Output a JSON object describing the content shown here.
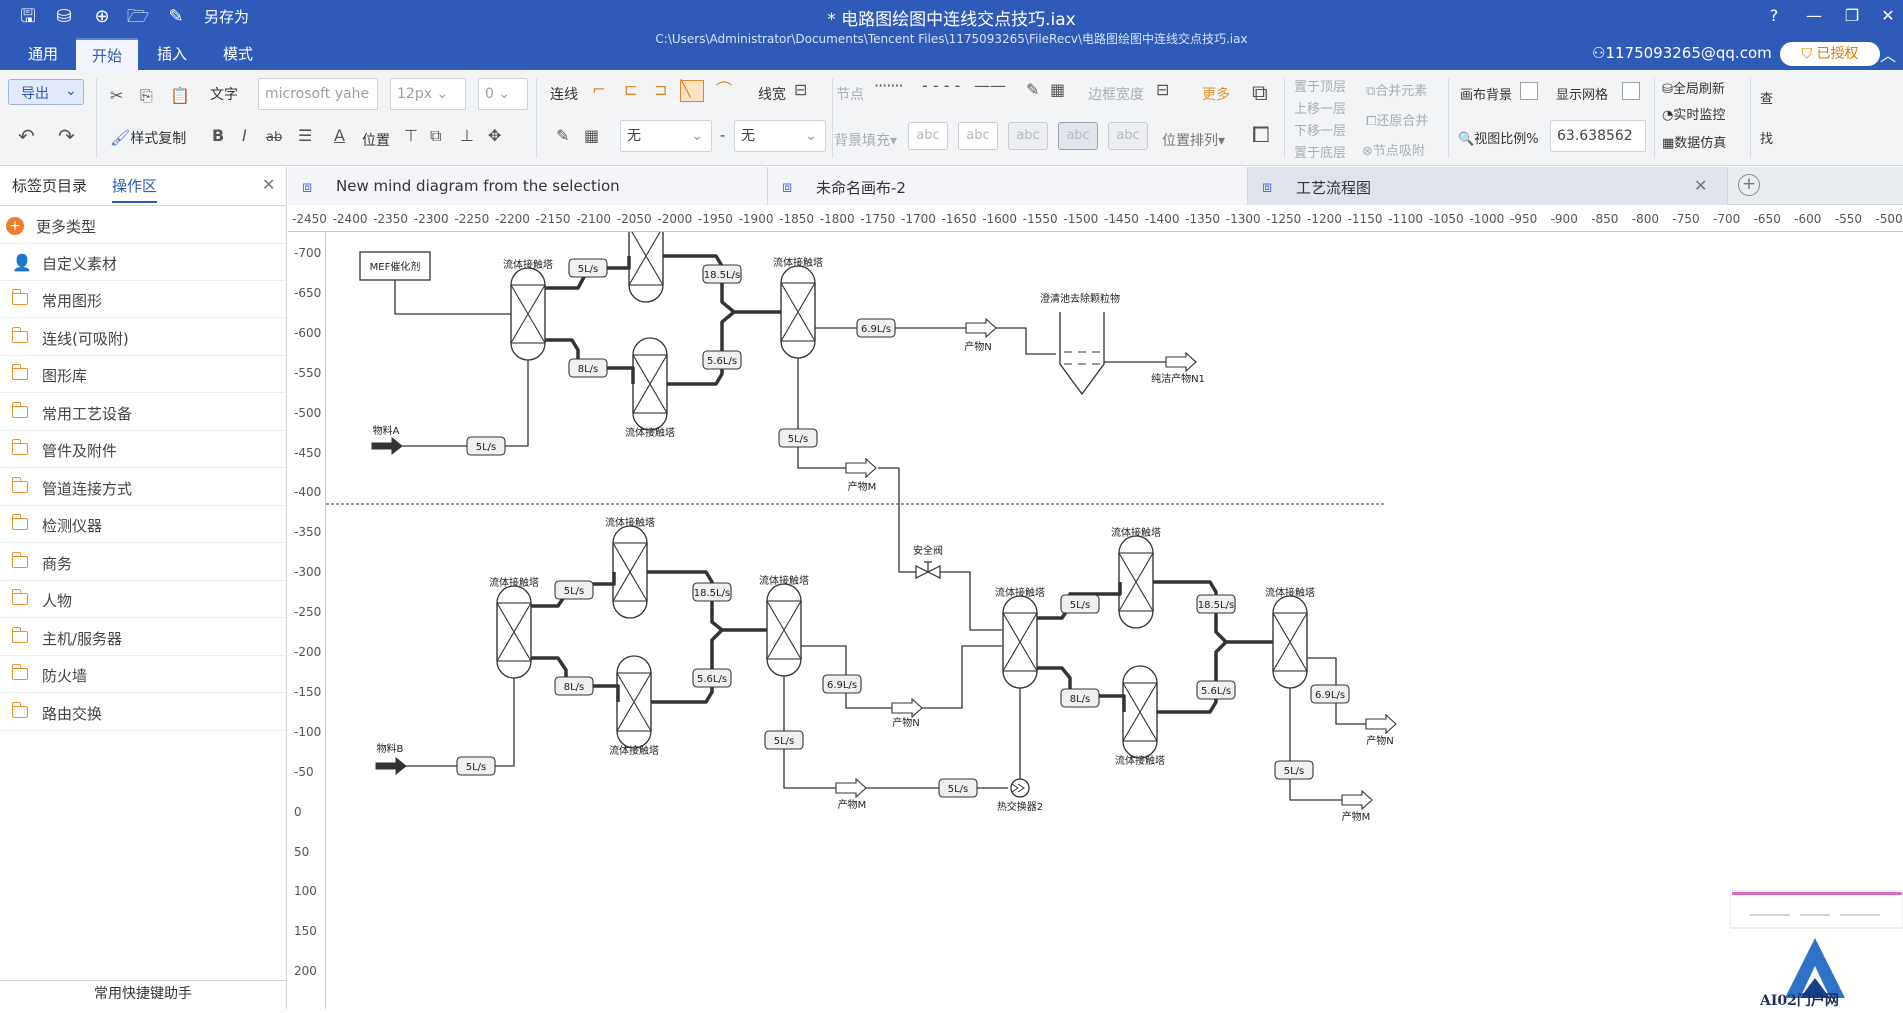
{
  "titlebar": {
    "save_as": "另存为",
    "doc_title": "* 电路图绘图中连线交点技巧.iax",
    "doc_path": "C:\\Users\\Administrator\\Documents\\Tencent Files\\1175093265\\FileRecv\\电路图绘图中连线交点技巧.iax"
  },
  "menu": {
    "tabs": [
      "通用",
      "开始",
      "插入",
      "模式"
    ],
    "active_tab": "开始",
    "user": "1175093265@qq.com",
    "auth_label": "已授权"
  },
  "ribbon": {
    "export": "导出",
    "text_label": "文字",
    "font_name": "microsoft yahe",
    "font_size": "12px",
    "spacing": "0",
    "format_copy": "样式复制",
    "position": "位置",
    "connector": "连线",
    "line_width": "线宽",
    "node": "节点",
    "border_width": "边框宽度",
    "more": "更多",
    "to_top": "置于顶层",
    "up_one": "上移一层",
    "down_one": "下移一层",
    "to_bottom": "置于底层",
    "merge": "合并元素",
    "restore_merge": "还原合并",
    "node_snap": "节点吸附",
    "canvas_bg": "画布背景",
    "show_grid": "显示网格",
    "view_scale_label": "视图比例%",
    "view_scale_value": "63.638562",
    "global_refresh": "全局刷新",
    "realtime_monitor": "实时监控",
    "data_sim": "数据仿真",
    "find_1": "查",
    "find_2": "找",
    "arrow_start": "无",
    "arrow_end": "无",
    "bg_fill": "背景填充▾",
    "abc": "abc",
    "arrange": "位置排列▾"
  },
  "left_panel": {
    "tabs": [
      "标签页目录",
      "操作区"
    ],
    "active_tab": "操作区",
    "more_types": "更多类型",
    "custom_material": "自定义素材",
    "items": [
      "常用图形",
      "连线(可吸附)",
      "图形库",
      "常用工艺设备",
      "管件及附件",
      "管道连接方式",
      "检测仪器",
      "商务",
      "人物",
      "主机/服务器",
      "防火墙",
      "路由交换"
    ],
    "footer": "常用快捷键助手"
  },
  "doc_tabs": [
    {
      "label": "New mind diagram from the selection"
    },
    {
      "label": "未命名画布-2"
    },
    {
      "label": "工艺流程图"
    }
  ],
  "ruler": {
    "h": [
      "-2450",
      "-2400",
      "-2350",
      "-2300",
      "-2250",
      "-2200",
      "-2150",
      "-2100",
      "-2050",
      "-2000",
      "-1950",
      "-1900",
      "-1850",
      "-1800",
      "-1750",
      "-1700",
      "-1650",
      "-1600",
      "-1550",
      "-1500",
      "-1450",
      "-1400",
      "-1350",
      "-1300",
      "-1250",
      "-1200",
      "-1150",
      "-1100",
      "-1050",
      "-1000",
      "-950",
      "-900",
      "-850",
      "-800",
      "-750",
      "-700",
      "-650",
      "-600",
      "-550",
      "-500"
    ],
    "v": [
      "-700",
      "-650",
      "-600",
      "-550",
      "-500",
      "-450",
      "-400",
      "-350",
      "-300",
      "-250",
      "-200",
      "-150",
      "-100",
      "-50",
      "0",
      "50",
      "100",
      "150",
      "200"
    ]
  },
  "diagram": {
    "tower": "流体接触塔",
    "mef": "MEF催化剂",
    "materialA": "物料A",
    "materialB": "物料B",
    "productN": "产物N",
    "productM": "产物M",
    "sedimentation": "澄清池去除颗粒物",
    "clean_product": "纯洁产物N1",
    "safety_valve": "安全阀",
    "heat_exchanger": "热交换器2",
    "rates": {
      "r5": "5L/s",
      "r8": "8L/s",
      "r185": "18.5L/s",
      "r56": "5.6L/s",
      "r69": "6.9L/s"
    }
  },
  "watermark": "AI02门户网"
}
